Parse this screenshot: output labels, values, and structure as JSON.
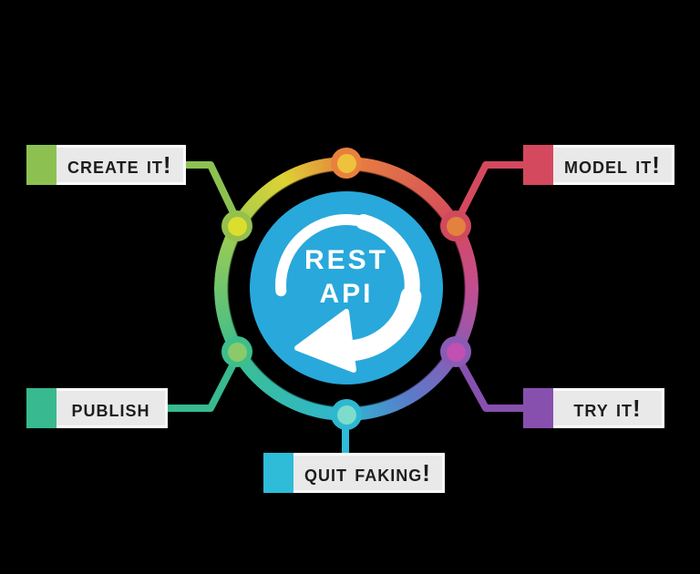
{
  "background": "#000000",
  "center": {
    "line1": "REST",
    "line2": "API",
    "circle_color": "#29A8DB",
    "arrow_color": "#FFFFFF"
  },
  "ring_gradient": [
    {
      "angle": 0,
      "color": "#E8823E"
    },
    {
      "angle": 60,
      "color": "#D4495E"
    },
    {
      "angle": 90,
      "color": "#C24E90"
    },
    {
      "angle": 120,
      "color": "#8A5BB5"
    },
    {
      "angle": 150,
      "color": "#5B7BC9"
    },
    {
      "angle": 180,
      "color": "#2EB6D2"
    },
    {
      "angle": 240,
      "color": "#3CBE8C"
    },
    {
      "angle": 300,
      "color": "#A5CC4E"
    },
    {
      "angle": 330,
      "color": "#DCD335"
    },
    {
      "angle": 360,
      "color": "#E8823E"
    }
  ],
  "nodes": [
    {
      "id": "top",
      "ring": "#E8813D",
      "dot": "#EEC23B"
    },
    {
      "id": "upper-right",
      "ring": "#D1495E",
      "dot": "#E2823E"
    },
    {
      "id": "lower-right",
      "ring": "#8A5BB5",
      "dot": "#C050B2"
    },
    {
      "id": "bottom",
      "ring": "#2FB7D0",
      "dot": "#7EDCCB"
    },
    {
      "id": "lower-left",
      "ring": "#3DBE8B",
      "dot": "#8CC96A"
    },
    {
      "id": "upper-left",
      "ring": "#96C04E",
      "dot": "#DCDE2E"
    }
  ],
  "labels": [
    {
      "id": "create",
      "text": "Create it!",
      "color": "#8CC152"
    },
    {
      "id": "model",
      "text": "Model it!",
      "color": "#D4495E"
    },
    {
      "id": "publish",
      "text": "Publish",
      "color": "#38B98F"
    },
    {
      "id": "try",
      "text": "Try it!",
      "color": "#8750AE"
    },
    {
      "id": "quit",
      "text": "Quit Faking!",
      "color": "#2EBCD8"
    }
  ]
}
